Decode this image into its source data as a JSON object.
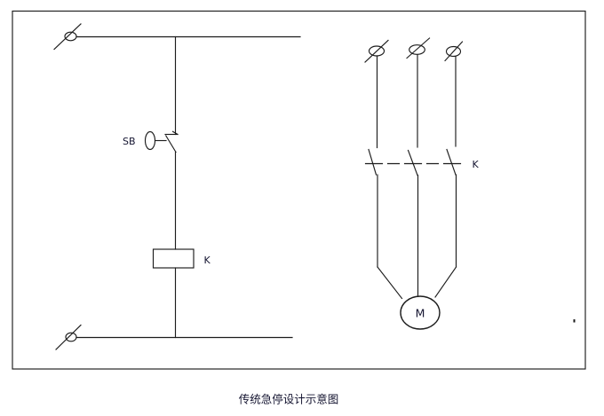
{
  "figure": {
    "caption": "传统急停设计示意图",
    "background_color": "#ffffff",
    "line_color": "#1c1c1c",
    "text_color": "#141430",
    "control_circuit": {
      "pushbutton_label": "SB",
      "coil_label": "K"
    },
    "power_circuit": {
      "contactor_label": "K",
      "motor_label": "M"
    }
  }
}
